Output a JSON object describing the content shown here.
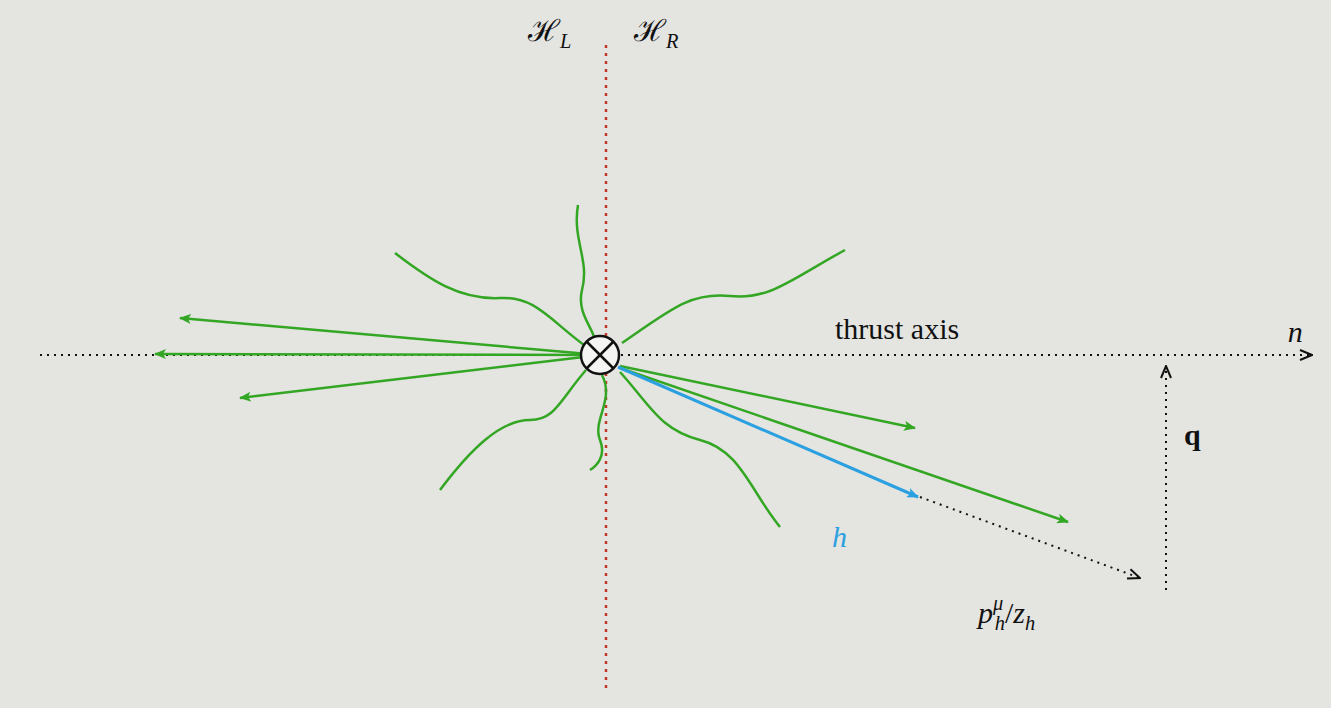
{
  "diagram": {
    "labels": [
      "ℋL",
      "ℋR",
      "thrust axis",
      "n⃗",
      "q",
      "h",
      "pμh/zh"
    ]
  }
}
